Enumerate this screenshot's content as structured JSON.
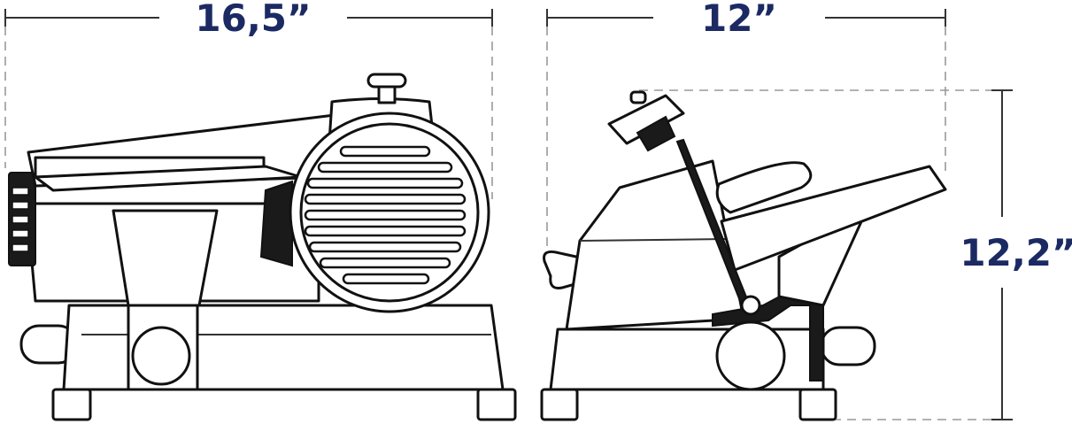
{
  "dimensions": {
    "width_left": "16,5”",
    "width_right": "12”",
    "height": "12,2”"
  },
  "colors": {
    "dimension_text": "#1c2a63",
    "line": "#111111"
  }
}
